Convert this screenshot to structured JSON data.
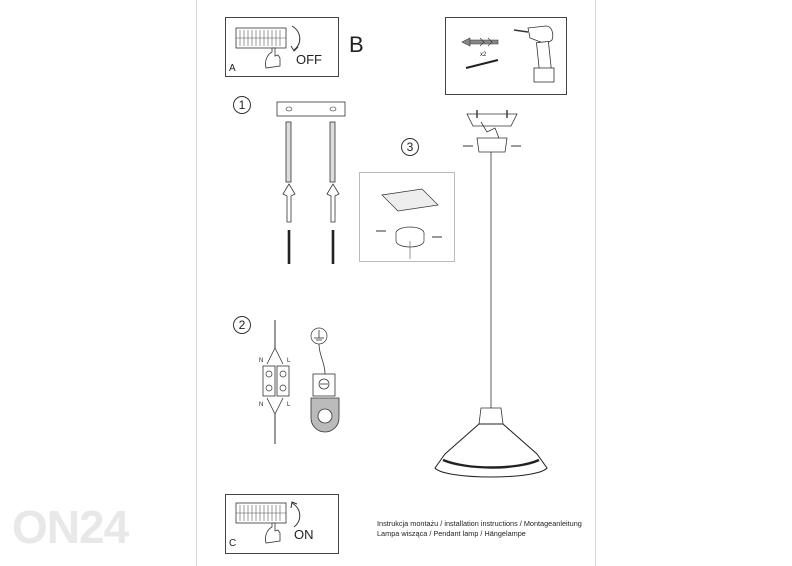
{
  "panelA": {
    "letter": "A",
    "label": "OFF"
  },
  "panelB": {
    "letter": "B",
    "count": "x2"
  },
  "steps": [
    "1",
    "2",
    "3"
  ],
  "wiring": {
    "n_top": "N",
    "l_top": "L",
    "n_bottom": "N",
    "l_bottom": "L"
  },
  "panelC": {
    "letter": "C",
    "label": "ON"
  },
  "footer": {
    "line1": "Instrukcja montażu / installation instructions / Montageanleitung",
    "line2": "Lampa wisząca / Pendant lamp / Hängelampe"
  },
  "watermark": "ON24",
  "icons": [
    "switch-panel-icon",
    "hand-icon",
    "arrow-icon",
    "drill-icon",
    "wall-plug-icon",
    "screw-icon",
    "ground-icon",
    "terminal-block-icon",
    "pendant-lamp-icon"
  ]
}
